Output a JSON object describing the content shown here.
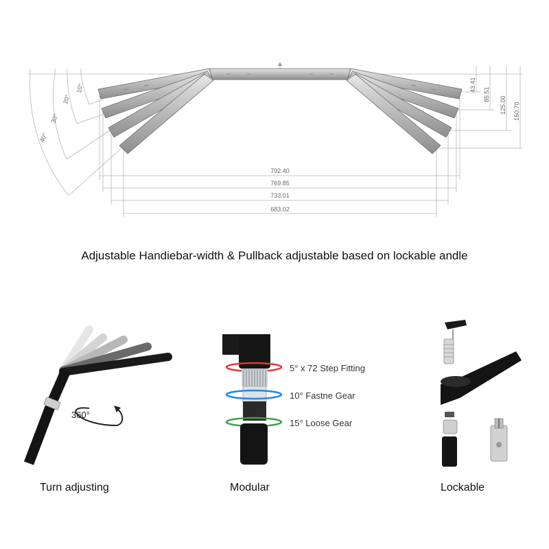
{
  "drawing": {
    "angles": [
      "10°",
      "20°",
      "30°",
      "40°"
    ],
    "width_dims": [
      "792.40",
      "769.85",
      "733.01",
      "683.02"
    ],
    "pullback_dims": [
      "43.41",
      "85.51",
      "125.00",
      "160.70"
    ]
  },
  "main_caption": "Adjustable Handiebar-width & Pullback adjustable based on lockable andle",
  "panels": {
    "turn": {
      "caption": "Turn adjusting",
      "rotation_label": "360°"
    },
    "modular": {
      "caption": "Modular",
      "gear_labels": [
        "5° x 72 Step Fitting",
        "10° Fastne Gear",
        "15° Loose Gear"
      ],
      "gear_colors": [
        "#e53935",
        "#1e88e5",
        "#43a047"
      ]
    },
    "lockable": {
      "caption": "Lockable"
    }
  }
}
